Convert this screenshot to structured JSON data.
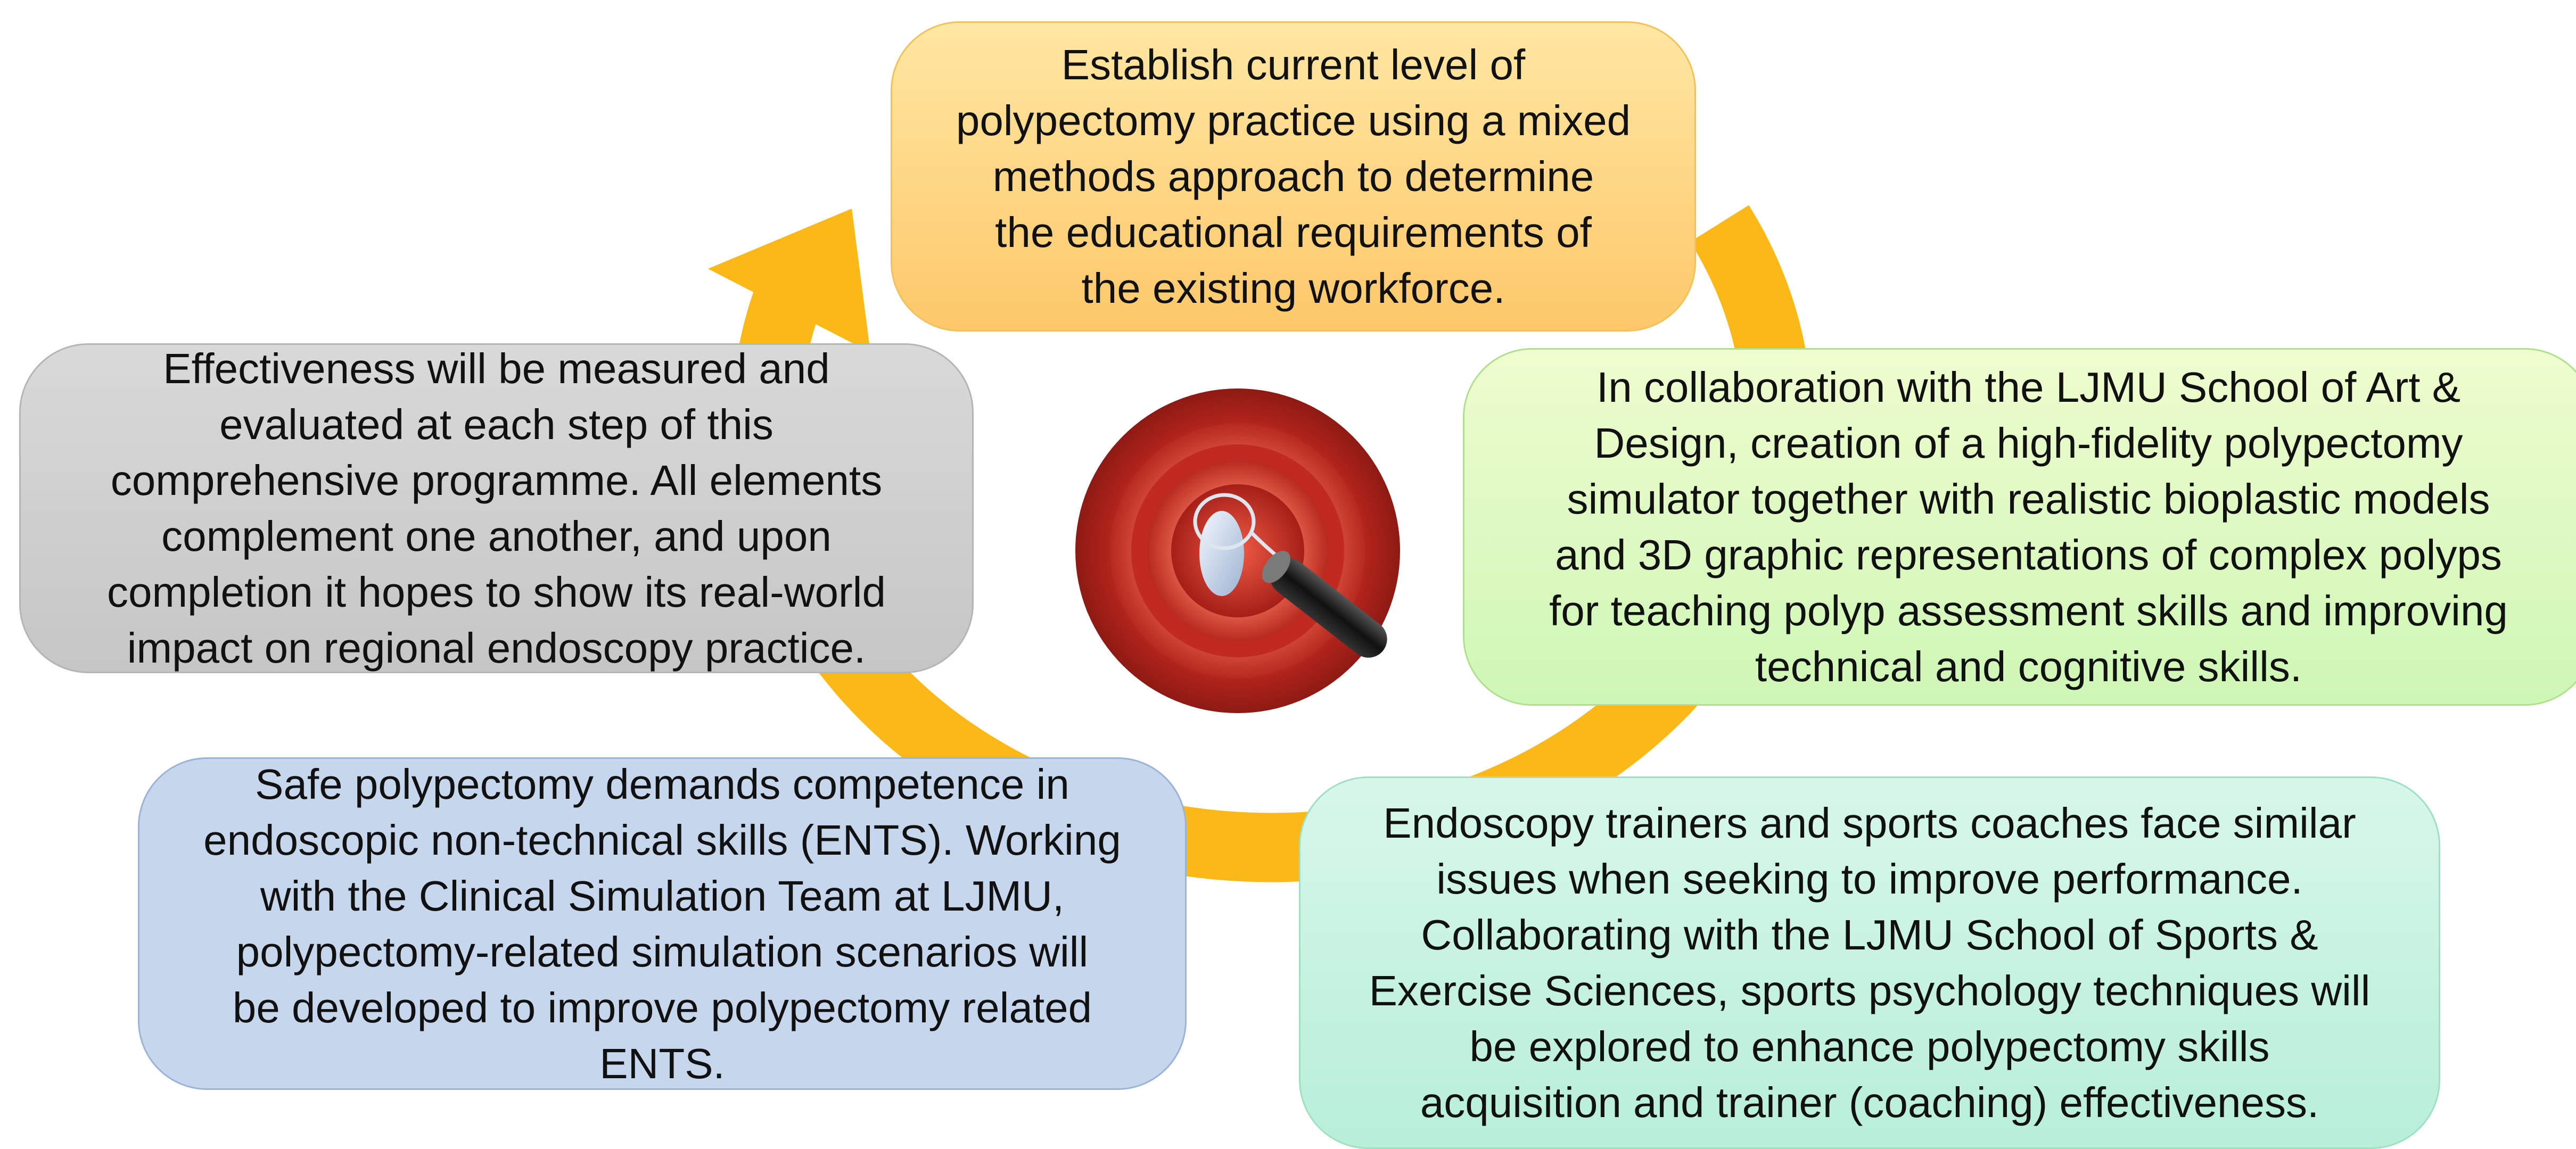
{
  "diagram": {
    "nodes": [
      {
        "id": "top",
        "text": "Establish current level of\npolypectomy practice using a mixed\nmethods approach to determine\nthe educational requirements of\nthe existing workforce.",
        "color": "#fdd37f"
      },
      {
        "id": "right",
        "text": "In collaboration with the LJMU School of Art &\nDesign, creation of a high-fidelity polypectomy\nsimulator together with realistic bioplastic models\nand 3D graphic representations of complex polyps\nfor teaching polyp assessment skills and improving\ntechnical and cognitive skills.",
        "color": "#d9f9c2"
      },
      {
        "id": "bottom-right",
        "text": "Endoscopy trainers and sports coaches face similar\nissues when seeking to improve performance.\nCollaborating with the LJMU School of Sports &\nExercise Sciences, sports psychology techniques will\nbe explored to enhance polypectomy skills\nacquisition and trainer (coaching) effectiveness.",
        "color": "#c5f2e1"
      },
      {
        "id": "bottom-left",
        "text": "Safe polypectomy demands competence in\nendoscopic non-technical skills (ENTS). Working\nwith the Clinical Simulation Team at LJMU,\npolypectomy-related simulation scenarios will\nbe developed to improve polypectomy related\nENTS.",
        "color": "#c6d6ec"
      },
      {
        "id": "left",
        "text": "Effectiveness will be measured and\nevaluated at each step of this\ncomprehensive programme. All elements\ncomplement one another, and upon\ncompletion it hopes to show its real-world\nimpact on regional endoscopy practice.",
        "color": "#cfcfcf"
      }
    ],
    "arrow_color": "#fbb817",
    "center_icon": "polypectomy-snare-icon"
  }
}
